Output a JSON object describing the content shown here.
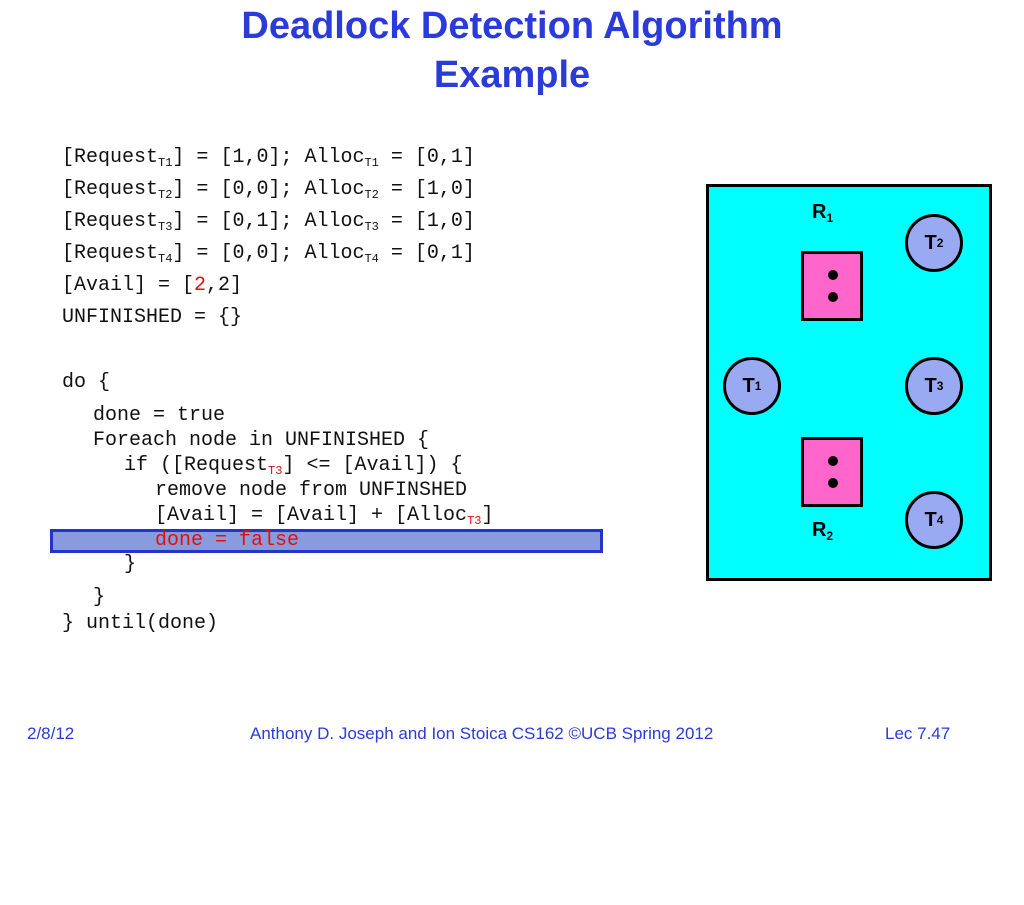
{
  "title": {
    "line1": "Deadlock Detection Algorithm",
    "line2": "Example"
  },
  "code": {
    "req_prefix": "[Request",
    "req_mid": "] = ",
    "alloc_prefix": "; Alloc",
    "alloc_mid": " = ",
    "rows": [
      {
        "sub": "T1",
        "request": "[1,0]",
        "alloc": "[0,1]"
      },
      {
        "sub": "T2",
        "request": "[0,0]",
        "alloc": "[1,0]"
      },
      {
        "sub": "T3",
        "request": "[0,1]",
        "alloc": "[1,0]"
      },
      {
        "sub": "T4",
        "request": "[0,0]",
        "alloc": "[0,1]"
      }
    ],
    "avail_prefix": "[Avail] = [",
    "avail_first": "2",
    "avail_rest": ",2]",
    "unfinished": "UNFINISHED = {}",
    "do_open": "do {",
    "done_true": "done = true",
    "foreach": "Foreach node in UNFINISHED {",
    "if_prefix": "if ([Request",
    "if_sub": "T3",
    "if_suffix": "] <= [Avail]) {",
    "remove": "remove node from UNFINSHED",
    "avail_update_prefix": "[Avail] = [Avail] + [Alloc",
    "avail_update_sub": "T3",
    "avail_update_suffix": "]",
    "done_false": "done = false",
    "close_if": "}",
    "close_foreach": "}",
    "until": "} until(done)"
  },
  "diagram": {
    "resources": [
      {
        "label": "R",
        "sub": "1"
      },
      {
        "label": "R",
        "sub": "2"
      }
    ],
    "threads": [
      {
        "label": "T",
        "sub": "1"
      },
      {
        "label": "T",
        "sub": "2"
      },
      {
        "label": "T",
        "sub": "3"
      },
      {
        "label": "T",
        "sub": "4"
      }
    ]
  },
  "footer": {
    "date": "2/8/12",
    "center": "Anthony D. Joseph and Ion Stoica CS162 ©UCB Spring 2012",
    "lecture": "Lec 7.47"
  },
  "colors": {
    "title": "#2a3bd9",
    "highlight": "#8a9bdd",
    "diagram_bg": "#00ffff",
    "resource": "#ff66cc",
    "thread": "#99aaf2",
    "red_text": "#e01010"
  }
}
